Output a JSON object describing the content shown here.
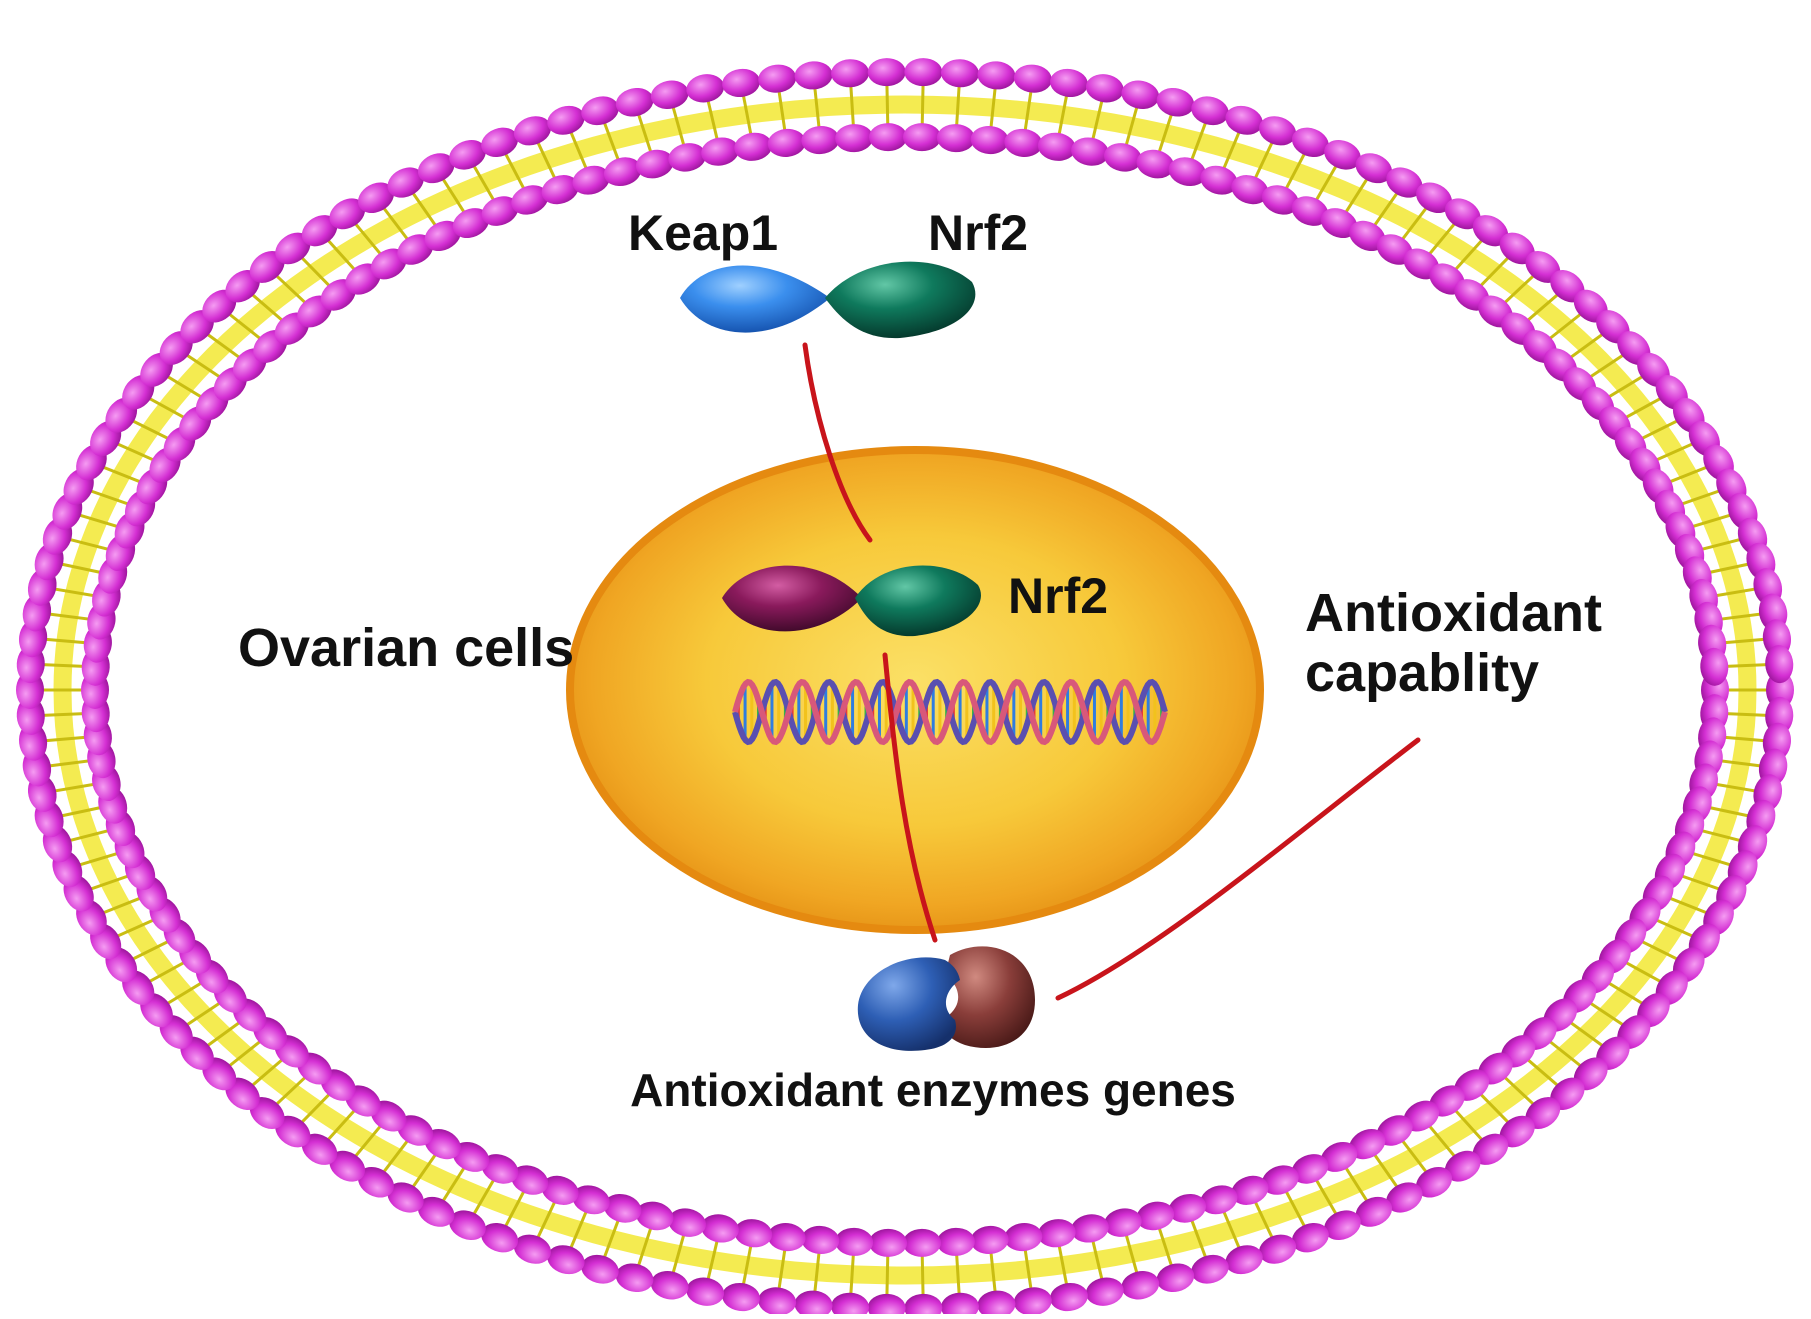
{
  "labels": {
    "keap1": "Keap1",
    "nrf2_cytoplasm": "Nrf2",
    "nrf2_nucleus": "Nrf2",
    "ovarian_cells": "Ovarian cells",
    "antioxidant_capability": "Antioxidant capablity",
    "antioxidant_enzymes_genes": "Antioxidant enzymes genes"
  },
  "colors": {
    "membrane_head": "#d42fd3",
    "membrane_tail": "#f2e832",
    "keap1": "#2f86e8",
    "nrf2": "#0d6a52",
    "keap1_nucleus_partner": "#8a1a5c",
    "nucleus_outer": "#f3a21f",
    "nucleus_inner": "#f7d13c",
    "pathway_line": "#c8141b",
    "enzyme_left": "#2e5fb5",
    "enzyme_right": "#8a3e3a"
  }
}
